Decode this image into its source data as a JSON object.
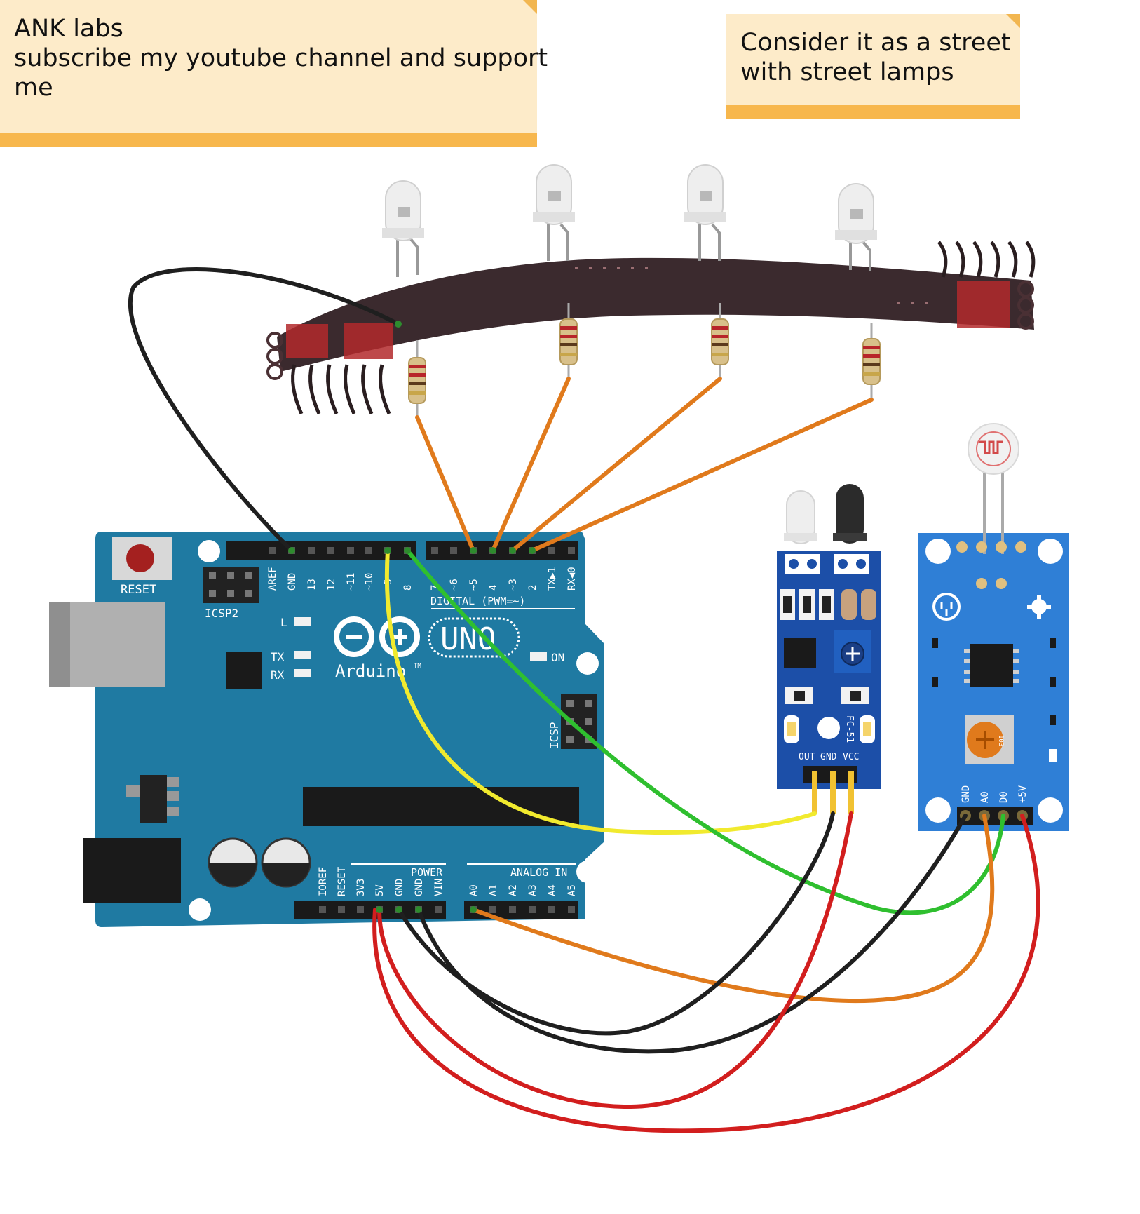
{
  "notes": {
    "left": {
      "lines": [
        "ANK labs",
        "subscribe my youtube channel and support",
        "me"
      ]
    },
    "right": {
      "lines": [
        "Consider it as a street",
        "with street lamps"
      ]
    }
  },
  "arduino": {
    "reset_label": "RESET",
    "icsp2_label": "ICSP2",
    "icsp_label": "ICSP",
    "l_label": "L",
    "tx_label": "TX",
    "rx_label": "RX",
    "on_label": "ON",
    "uno_label": "UNO",
    "brand_label": "Arduino",
    "tm_label": "TM",
    "digital_label": "DIGITAL (PWM=~)",
    "power_label": "POWER",
    "analog_label": "ANALOG IN",
    "top_pins": [
      "AREF",
      "GND",
      "13",
      "12",
      "~11",
      "~10",
      "~9",
      "8",
      "7",
      "~6",
      "~5",
      "4",
      "~3",
      "2",
      "TX▶1",
      "RX◀0"
    ],
    "bottom_pins": [
      "IOREF",
      "RESET",
      "3V3",
      "5V",
      "GND",
      "GND",
      "VIN",
      "A0",
      "A1",
      "A2",
      "A3",
      "A4",
      "A5"
    ]
  },
  "ir_module": {
    "part_label": "FC-51",
    "pins": [
      "OUT",
      "GND",
      "VCC"
    ]
  },
  "ldr_module": {
    "pins": [
      "GND",
      "A0",
      "D0",
      "+5V"
    ],
    "pot_label": "103"
  },
  "colors": {
    "board": "#1f7aa2",
    "note_fill": "#fdebc9",
    "note_bar": "#f7b74d",
    "wire_black": "#1f1f1f",
    "wire_orange": "#e07a1c",
    "wire_yellow": "#f1ea2e",
    "wire_green": "#2fbf2f",
    "wire_red": "#d21e1e",
    "breadboard_strip": "#3b2a2e",
    "ir_module": "#1c4fa8",
    "ldr_module": "#2f7fd6"
  }
}
